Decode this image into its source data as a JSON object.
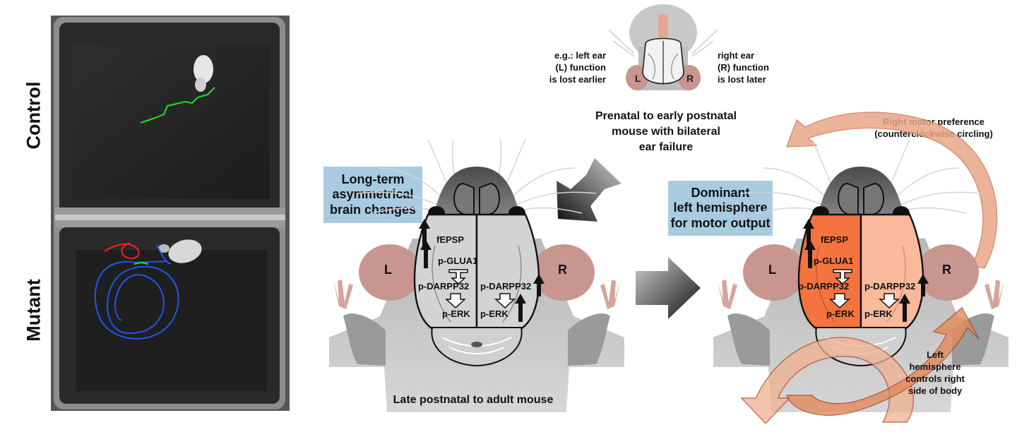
{
  "photo": {
    "control_label": "Control",
    "mutant_label": "Mutant"
  },
  "top_mouse": {
    "left_note": [
      "e.g.: left ear",
      "(L) function",
      "is lost earlier"
    ],
    "right_note": [
      "right ear",
      "(R) function",
      "is lost later"
    ],
    "caption": [
      "Prenatal to early postnatal",
      "mouse with bilateral",
      "ear failure"
    ],
    "left_ear": "L",
    "right_ear": "R"
  },
  "left_brain": {
    "box_text": [
      "Long-term",
      "asymmetrical",
      "brain changes"
    ],
    "caption": "Late postnatal to adult mouse",
    "left_ear": "L",
    "right_ear": "R",
    "markers_left": [
      "fEPSP",
      "p-GLUA1",
      "p-DARPP32",
      "p-ERK"
    ],
    "markers_right": [
      "p-DARPP32",
      "p-ERK"
    ]
  },
  "right_brain": {
    "box_text": [
      "Dominant",
      "left hemisphere",
      "for motor output"
    ],
    "preference_note": [
      "Right motor preference",
      "(counterclockwise circling)"
    ],
    "control_note": [
      "Left",
      "hemisphere",
      "controls right",
      "side of body"
    ],
    "left_ear": "L",
    "right_ear": "R",
    "markers_left": [
      "fEPSP",
      "p-GLUA1",
      "p-DARPP32",
      "p-ERK"
    ],
    "markers_right": [
      "p-DARPP32",
      "p-ERK"
    ]
  },
  "colors": {
    "box_blue": "#a9cbe0",
    "hemisphere_dominant": "#f4733f",
    "hemisphere_other": "#f9b99b",
    "arrow_orange": "#e59a74",
    "ear_pink": "#c9958f",
    "trace_green": "#22dd22",
    "trace_blue": "#2255ee",
    "trace_red": "#ee2222"
  }
}
